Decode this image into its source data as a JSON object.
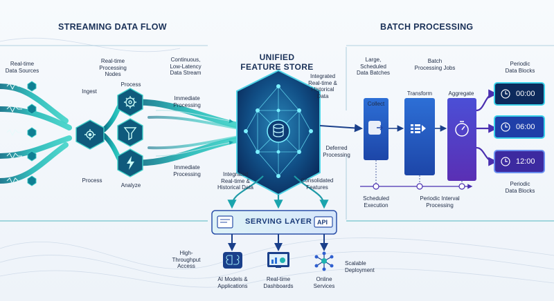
{
  "headers": {
    "streaming": "STREAMING DATA FLOW",
    "batch": "BATCH PROCESSING",
    "feature_store": "UNIFIED\nFEATURE STORE",
    "serving": "SERVING LAYER",
    "api": "API"
  },
  "streaming_labels": {
    "sources": "Real-time\nData Sources",
    "nodes": "Real-time\nProcessing\nNodes",
    "continuous": "Continuous,\nLow-Latency\nData Stream",
    "ingest": "Ingest",
    "process_top": "Process",
    "immediate_1": "Immediate\nProcessing",
    "immediate_2": "Immediate\nProcessing",
    "process_bottom": "Process",
    "analyze": "Analyze"
  },
  "store_labels": {
    "integrated_top": "Integrated\nReal-time &\nHistorical\nData",
    "integrated_bottom": "Integrated\nReal-time &\nHistorical Data",
    "deferred": "Deferred\nProcessing",
    "consolidated": "Consolidated\nFeatures"
  },
  "batch_labels": {
    "large": "Large,\nScheduled\nData Batches",
    "jobs": "Batch\nProcessing Jobs",
    "periodic_top": "Periodic\nData Blocks",
    "collect": "Collect",
    "transform": "Transform",
    "aggregate": "Aggregate",
    "scheduled": "Scheduled\nExecution",
    "interval": "Periodic Interval\nProcessing",
    "periodic_bottom": "Periodic\nData Blocks"
  },
  "times": [
    "00:00",
    "06:00",
    "12:00"
  ],
  "outputs": {
    "high_throughput": "High-\nThroughput\nAccess",
    "ai": "AI Models &\nApplications",
    "dashboards": "Real-time\nDashboards",
    "services": "Online\nServices",
    "scalable": "Scalable\nDeployment"
  },
  "colors": {
    "teal": "#1fb3b0",
    "deep_teal": "#0f6f8a",
    "navy": "#0d2a5c",
    "blue": "#2f5fd0",
    "purple": "#5b3fc4"
  },
  "icons": [
    "database-icon",
    "gear-icon",
    "funnel-icon",
    "lightning-icon",
    "clock-icon",
    "stopwatch-icon",
    "monitor-icon",
    "chart-icon",
    "network-icon",
    "brain-icon"
  ]
}
